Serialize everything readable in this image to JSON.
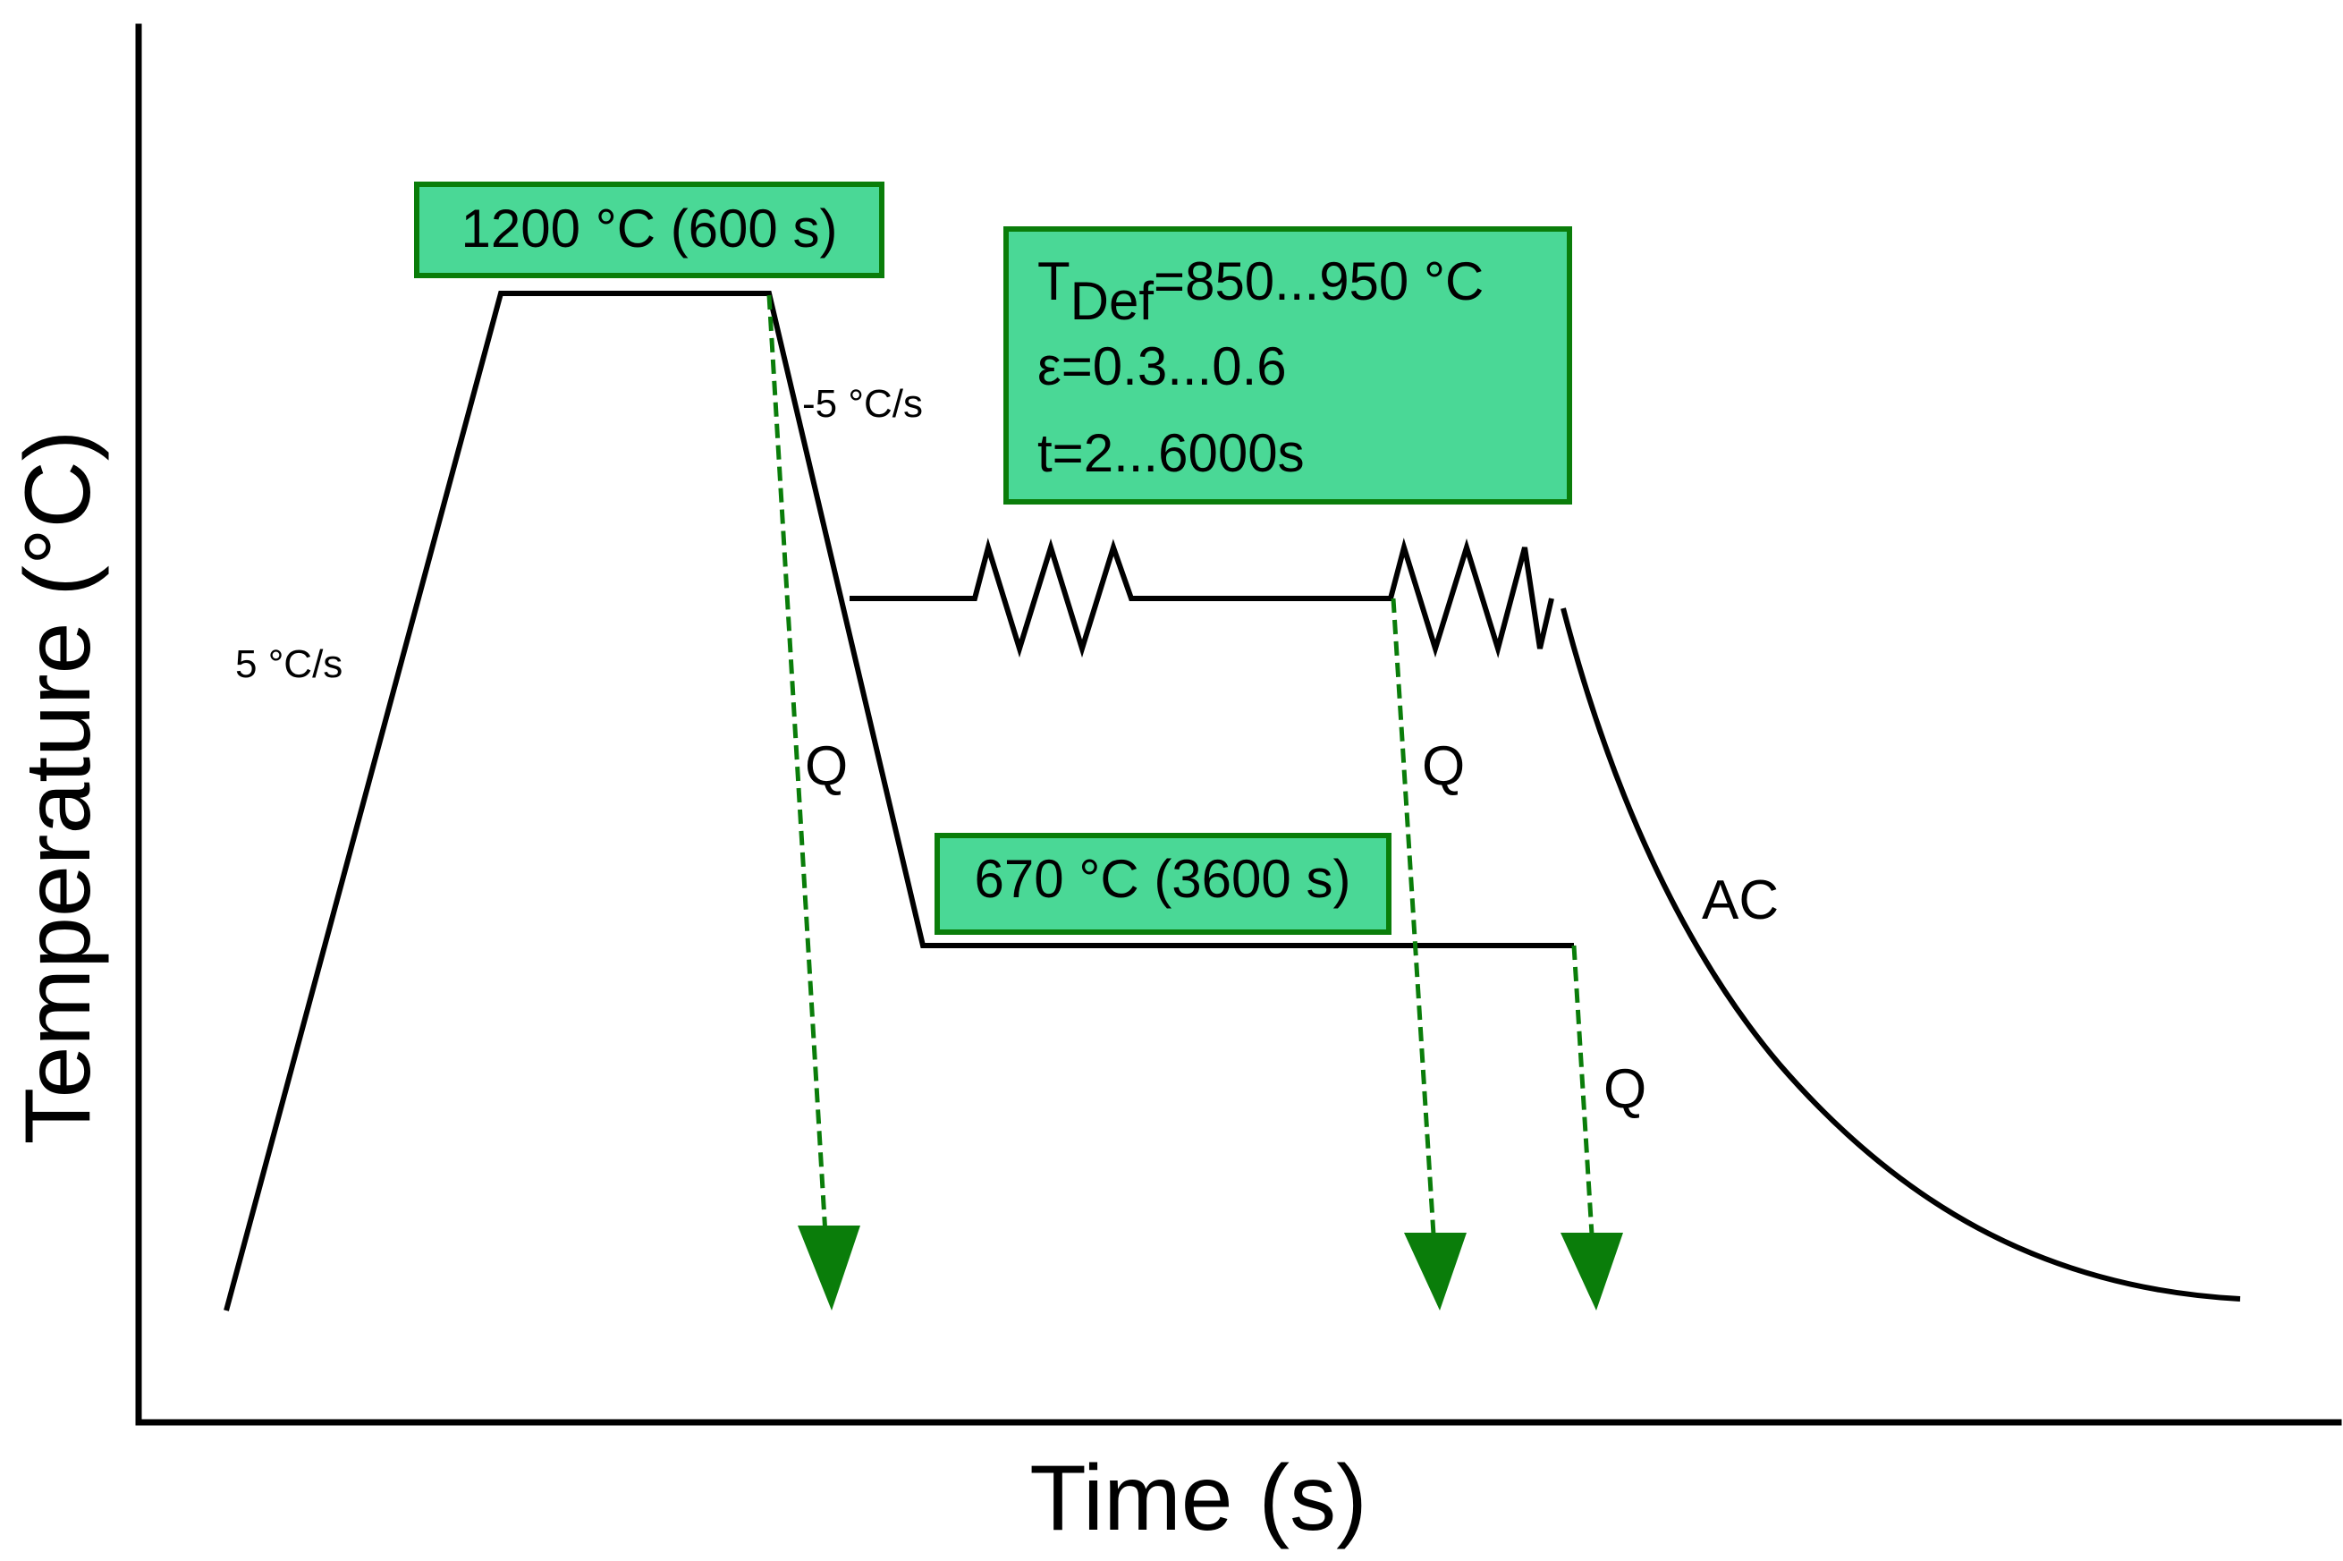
{
  "axes": {
    "x_title": "Time (s)",
    "y_title": "Temperature (°C)"
  },
  "boxes": {
    "austenitize": "1200 °C (600 s)",
    "deformation": {
      "temp_symbol": "T",
      "temp_subscript": "Def",
      "temp_value": "=850...950 °C",
      "strain": "ε=0.3...0.6",
      "time": "t=2...6000s"
    },
    "hold": "670 °C (3600 s)"
  },
  "labels": {
    "heating_rate": "5 °C/s",
    "cooling_rate": "-5 °C/s",
    "quench_1": "Q",
    "quench_2": "Q",
    "quench_3": "Q",
    "air_cool": "AC"
  },
  "colors": {
    "box_fill": "#4ad896",
    "box_border": "#0a7d0a",
    "quench_line": "#0a7d0a",
    "line": "#000000"
  }
}
